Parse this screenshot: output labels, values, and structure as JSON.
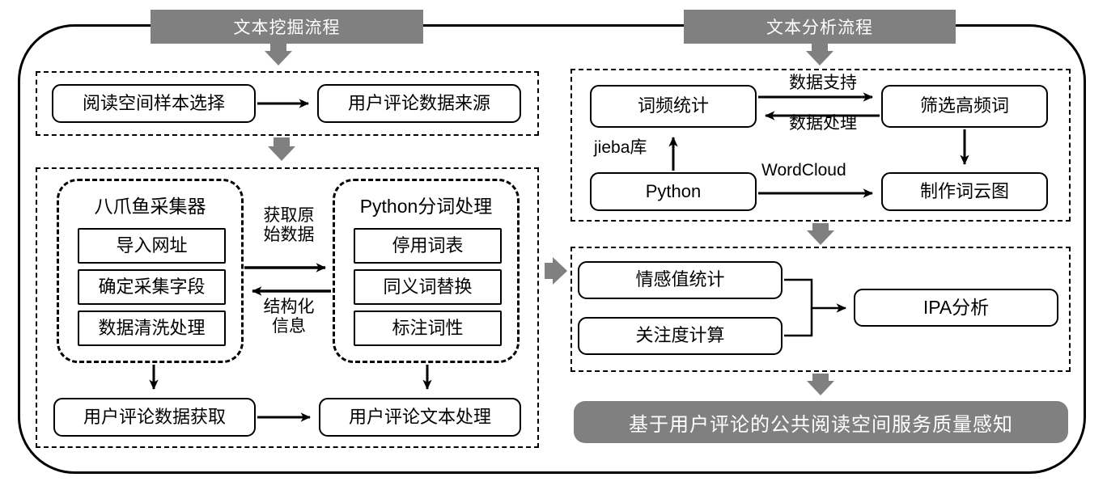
{
  "diagram": {
    "title_left_banner": "文本挖掘流程",
    "title_right_banner": "文本分析流程",
    "result_banner": "基于用户评论的公共阅读空间服务质量感知"
  },
  "left_flow": {
    "section1": {
      "nodes": [
        {
          "label": "阅读空间样本选择"
        },
        {
          "label": "用户评论数据来源"
        }
      ]
    },
    "section2": {
      "collector_group": {
        "title": "八爪鱼采集器",
        "items": [
          {
            "label": "导入网址"
          },
          {
            "label": "确定采集字段"
          },
          {
            "label": "数据清洗处理"
          }
        ]
      },
      "python_group": {
        "title": "Python分词处理",
        "items": [
          {
            "label": "停用词表"
          },
          {
            "label": "同义词替换"
          },
          {
            "label": "标注词性"
          }
        ]
      },
      "edge_labels": {
        "forward": "获取原\n始数据",
        "forward_line1": "获取原",
        "forward_line2": "始数据",
        "backward_line1": "结构化",
        "backward_line2": "信息"
      },
      "bottom_nodes": [
        {
          "label": "用户评论数据获取"
        },
        {
          "label": "用户评论文本处理"
        }
      ]
    }
  },
  "right_flow": {
    "section1": {
      "nodes": [
        {
          "label": "词频统计"
        },
        {
          "label": "筛选高频词"
        },
        {
          "label": "Python"
        },
        {
          "label": "制作词云图"
        }
      ],
      "edge_labels": {
        "data_support": "数据支持",
        "data_process": "数据处理",
        "jieba": "jieba库",
        "wordcloud": "WordCloud"
      }
    },
    "section2": {
      "nodes": [
        {
          "label": "情感值统计"
        },
        {
          "label": "关注度计算"
        },
        {
          "label": "IPA分析"
        }
      ]
    }
  },
  "colors": {
    "gray_banner": "#808080",
    "line_black": "#000000",
    "background": "#ffffff"
  }
}
